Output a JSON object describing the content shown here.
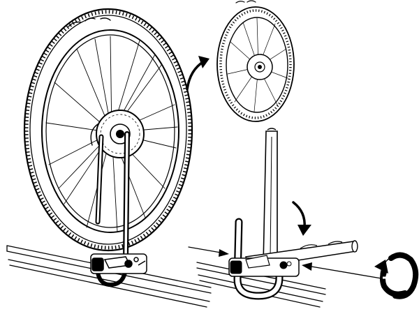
{
  "diagram": {
    "panels": [
      {
        "name": "mounted-wheel",
        "elements": [
          "front-wheel",
          "disc-rotor",
          "wheel-holder-arm",
          "fork-mount-clamp",
          "roof-rail"
        ]
      },
      {
        "name": "installation-steps",
        "elements": [
          "lifted-wheel",
          "upward-arrow",
          "folding-arm",
          "fold-down-arrow",
          "push-arrow-left",
          "push-arrow-right",
          "rotate-knob-icon"
        ]
      }
    ]
  }
}
